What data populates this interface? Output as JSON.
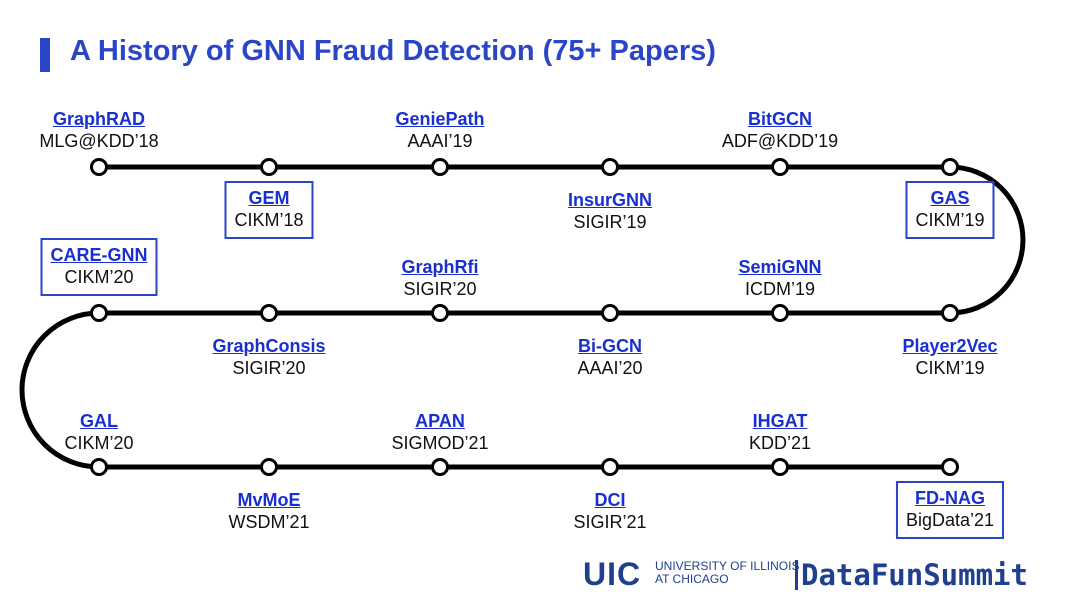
{
  "title": "A History of GNN Fraud Detection (75+ Papers)",
  "papers": [
    {
      "name": "GraphRAD",
      "venue": "MLG@KDD’18",
      "boxed": false
    },
    {
      "name": "GEM",
      "venue": "CIKM’18",
      "boxed": true
    },
    {
      "name": "GeniePath",
      "venue": "AAAI’19",
      "boxed": false
    },
    {
      "name": "InsurGNN",
      "venue": "SIGIR’19",
      "boxed": false
    },
    {
      "name": "BitGCN",
      "venue": "ADF@KDD’19",
      "boxed": false
    },
    {
      "name": "GAS",
      "venue": "CIKM’19",
      "boxed": true
    },
    {
      "name": "Player2Vec",
      "venue": "CIKM’19",
      "boxed": false
    },
    {
      "name": "SemiGNN",
      "venue": "ICDM’19",
      "boxed": false
    },
    {
      "name": "Bi-GCN",
      "venue": "AAAI’20",
      "boxed": false
    },
    {
      "name": "GraphRfi",
      "venue": "SIGIR’20",
      "boxed": false
    },
    {
      "name": "GraphConsis",
      "venue": "SIGIR’20",
      "boxed": false
    },
    {
      "name": "CARE-GNN",
      "venue": "CIKM’20",
      "boxed": true
    },
    {
      "name": "GAL",
      "venue": "CIKM’20",
      "boxed": false
    },
    {
      "name": "MvMoE",
      "venue": "WSDM’21",
      "boxed": false
    },
    {
      "name": "APAN",
      "venue": "SIGMOD’21",
      "boxed": false
    },
    {
      "name": "DCI",
      "venue": "SIGIR’21",
      "boxed": false
    },
    {
      "name": "IHGAT",
      "venue": "KDD’21",
      "boxed": false
    },
    {
      "name": "FD-NAG",
      "venue": "BigData’21",
      "boxed": true
    }
  ],
  "footer": {
    "uic": "UIC",
    "university_line1": "UNIVERSITY OF ILLINOIS",
    "university_line2": "AT CHICAGO",
    "datafun": "DataFunSummit"
  },
  "colors": {
    "accent": "#2b45c8",
    "link": "#1a2fd0",
    "track": "#000000"
  }
}
